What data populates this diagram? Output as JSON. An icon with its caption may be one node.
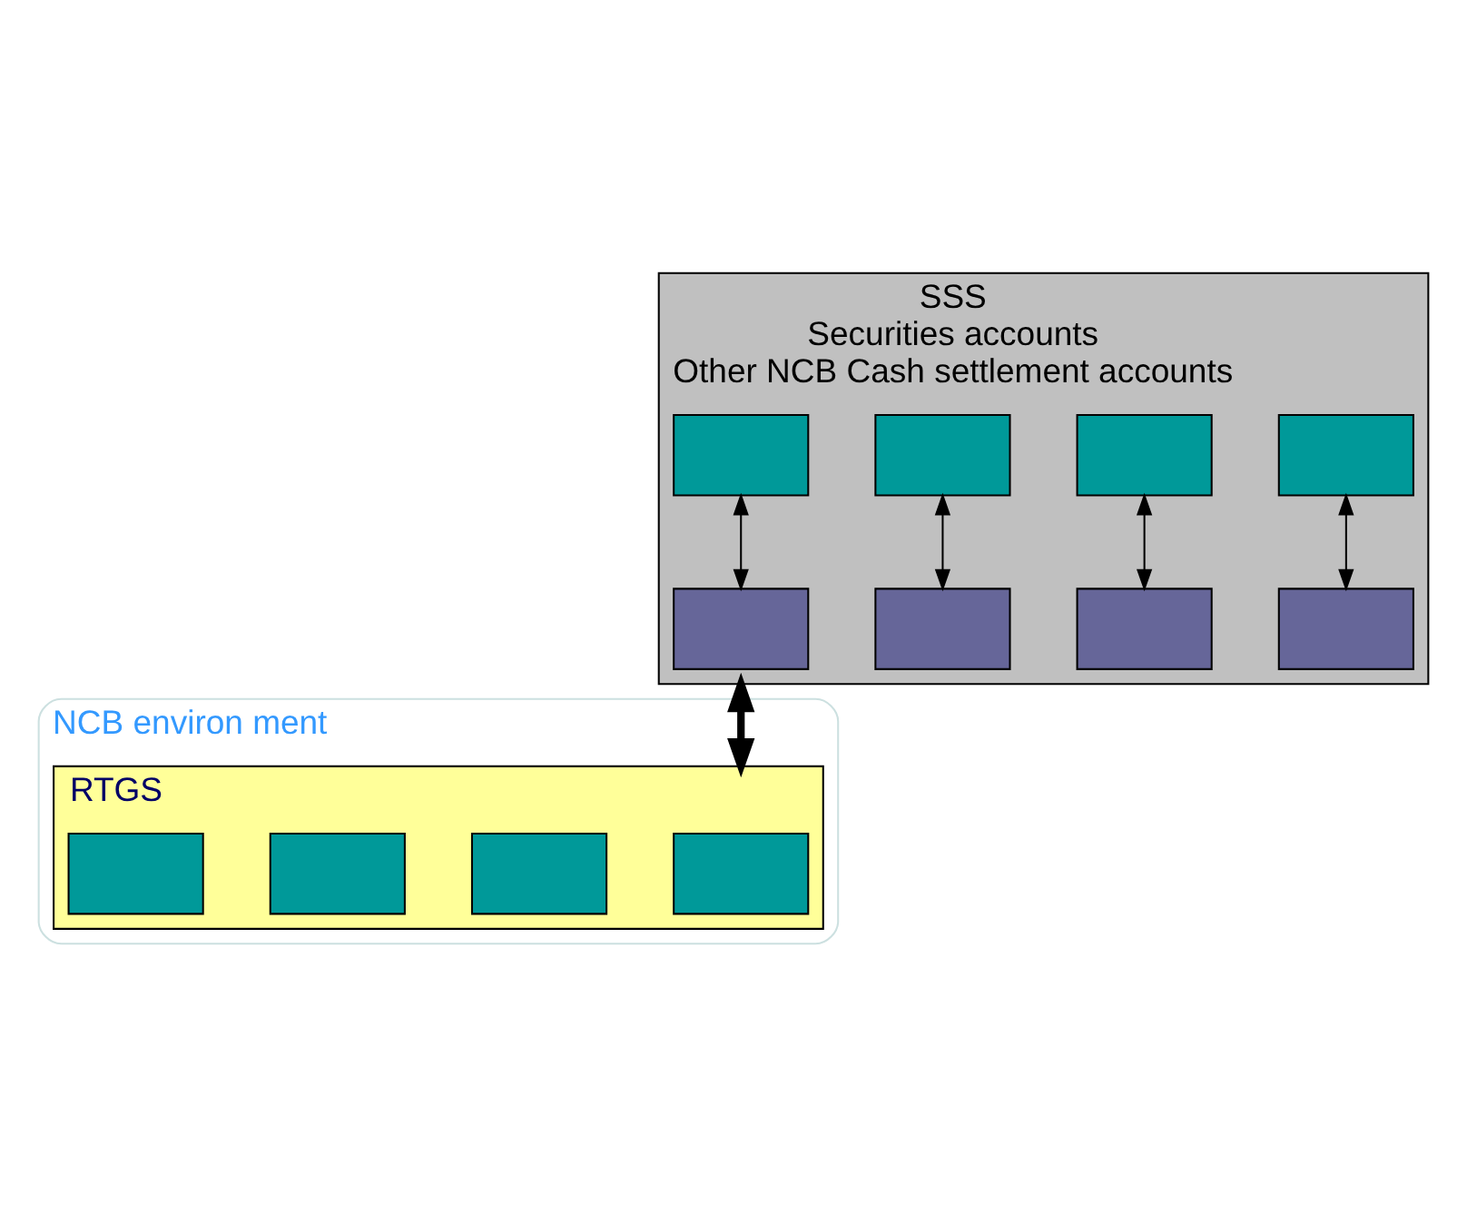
{
  "diagram": {
    "nodes": [
      {
        "text": [
          "SSS",
          "Securities accounts",
          "Other NCB Cash settlement accounts"
        ]
      },
      {
        "text": [],
        "shape": "box",
        "in": 0
      },
      {
        "text": [],
        "shape": "box",
        "in": 0
      },
      {
        "text": [],
        "shape": "box",
        "in": 0
      },
      {
        "text": [],
        "shape": "box",
        "in": 0
      },
      {
        "text": [],
        "shape": "box",
        "in": 0
      },
      {
        "text": [],
        "shape": "box",
        "in": 0
      },
      {
        "text": [],
        "shape": "box",
        "in": 0
      },
      {
        "text": [],
        "shape": "box",
        "in": 0
      },
      {
        "text": [
          "NCB environ ment"
        ]
      },
      {
        "text": [
          "RTGS"
        ],
        "in": 9
      },
      {
        "text": [],
        "shape": "box",
        "in": 10
      },
      {
        "text": [],
        "shape": "box",
        "in": 10
      },
      {
        "text": [],
        "shape": "box",
        "in": 10
      },
      {
        "text": [],
        "shape": "box",
        "in": 10
      }
    ],
    "edges": [
      {
        "from": 1,
        "to": 5,
        "arrow": "both"
      },
      {
        "from": 2,
        "to": 6,
        "arrow": "both"
      },
      {
        "from": 3,
        "to": 7,
        "arrow": "both"
      },
      {
        "from": 4,
        "to": 8,
        "arrow": "both"
      },
      {
        "from": 0,
        "to": 10,
        "arrow": "both",
        "style": "thick"
      }
    ]
  }
}
